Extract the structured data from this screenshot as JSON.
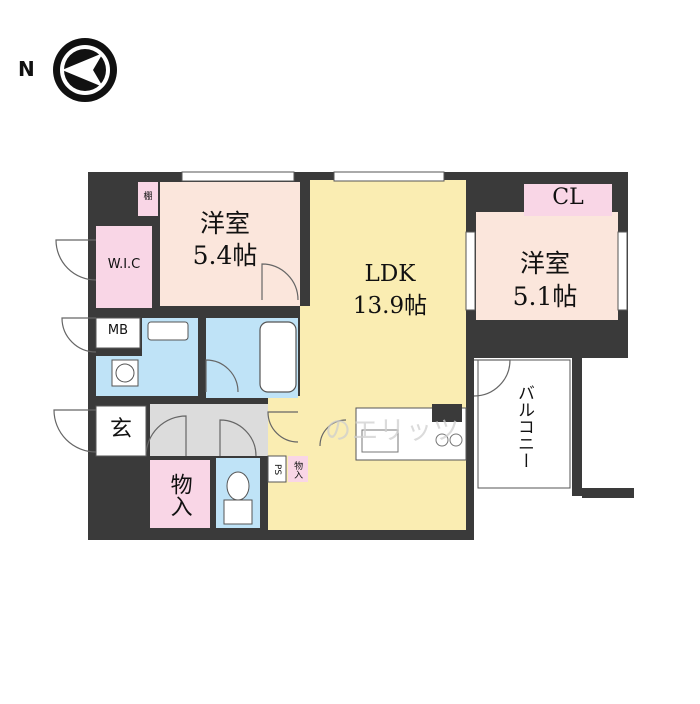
{
  "compass": {
    "label": "N"
  },
  "rooms": {
    "western_room_1": {
      "name": "洋室",
      "size": "5.4帖"
    },
    "western_room_2": {
      "name": "洋室",
      "size": "5.1帖"
    },
    "ldk": {
      "name": "LDK",
      "size": "13.9帖"
    },
    "closet": "CL",
    "walk_in_closet": "W.I.C",
    "shelf": "棚",
    "meter_box": "MB",
    "entrance": "玄",
    "storage": "物入",
    "small_storage": "物入",
    "pipe_space": "PS",
    "balcony": "バルコニー"
  },
  "watermark": "のエリッツ",
  "colors": {
    "wall": "#3a3a3a",
    "room_peach": "#fbe6dc",
    "ldk_yellow": "#faedb2",
    "wet_blue": "#bfe3f7",
    "storage_pink": "#f9d6e6",
    "hall_gray": "#dcdcdc"
  }
}
